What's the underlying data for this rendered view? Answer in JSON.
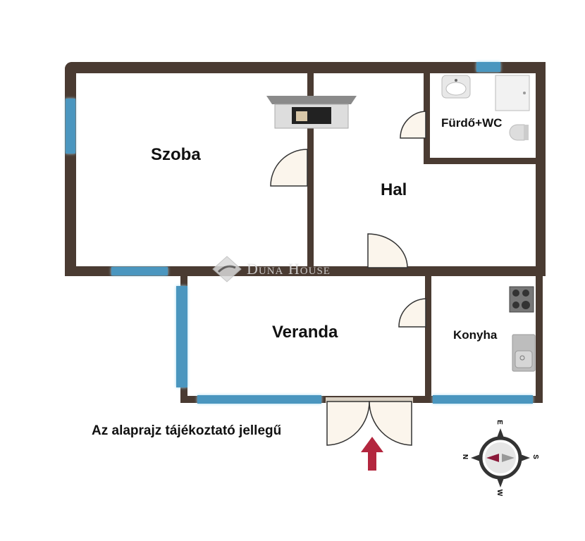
{
  "rooms": {
    "szoba": "Szoba",
    "hal": "Hal",
    "furdo": "Fürdő+WC",
    "veranda": "Veranda",
    "konyha": "Konyha"
  },
  "watermark": "Duna House",
  "disclaimer": "Az alaprajz tájékoztató jellegű",
  "compass": {
    "top": "E",
    "right": "S",
    "bottom": "W",
    "left": "N"
  },
  "colors": {
    "wall": "#4a3b32",
    "window": "#4a96bf",
    "door_fill": "#fbf5ec",
    "arrow": "#b3263e"
  }
}
